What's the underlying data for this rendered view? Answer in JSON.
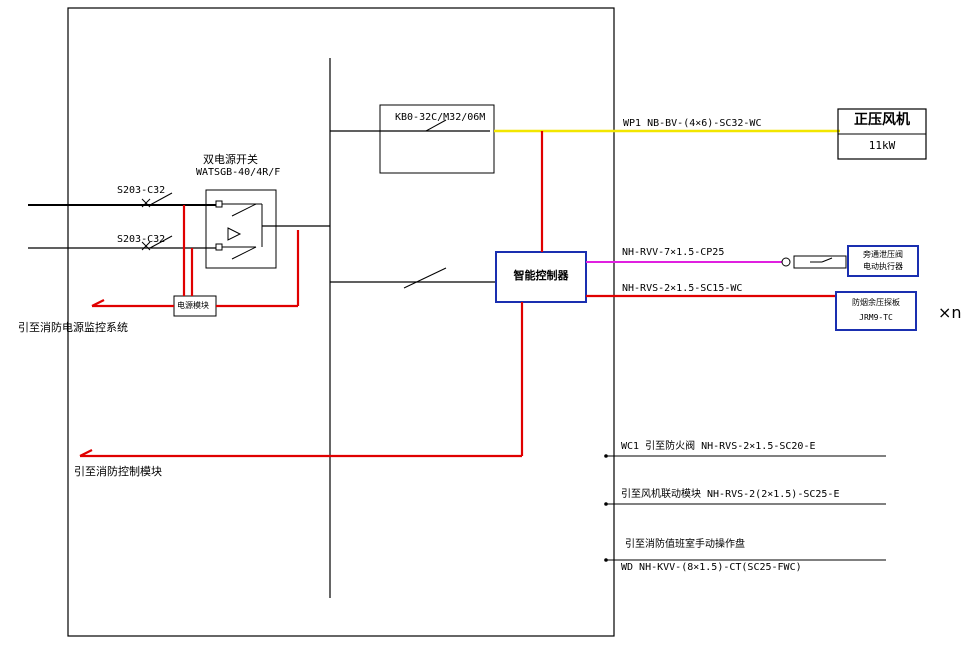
{
  "colors": {
    "line": "#000000",
    "control": "#e00000",
    "power": "#f2e600",
    "cable": "#e020e0",
    "box": "#1a2fb0"
  },
  "switches": {
    "ats_title": "双电源开关",
    "ats_model": "WATSGB-40/4R/F",
    "breaker_1": "S203-C32",
    "breaker_2": "S203-C32",
    "power_module": "电源模块",
    "feeder_breaker": "KB0-32C/M32/06M"
  },
  "controller": {
    "label": "智能控制器"
  },
  "loads": {
    "fan_circuit": "WP1 NB-BV-(4×6)-SC32-WC",
    "fan_name": "正压风机",
    "fan_power": "11kW",
    "valve_cable": "NH-RVV-7×1.5-CP25",
    "valve_name_1": "旁通泄压阀",
    "valve_name_2": "电动执行器",
    "pressure_cable": "NH-RVS-2×1.5-SC15-WC",
    "pressure_name_1": "防烟余压探板",
    "pressure_name_2": "JRM9-TC",
    "multiplier": "×n"
  },
  "routes": {
    "power_monitor": "引至消防电源监控系统",
    "fire_control": "引至消防控制模块",
    "wc1": "WC1  引至防火阀  NH-RVS-2×1.5-SC20-E",
    "linkage": "引至风机联动模块  NH-RVS-2(2×1.5)-SC25-E",
    "manual_panel": "引至消防值班室手动操作盘",
    "manual_cable": "WD  NH-KVV-(8×1.5)-CT(SC25-FWC)"
  }
}
